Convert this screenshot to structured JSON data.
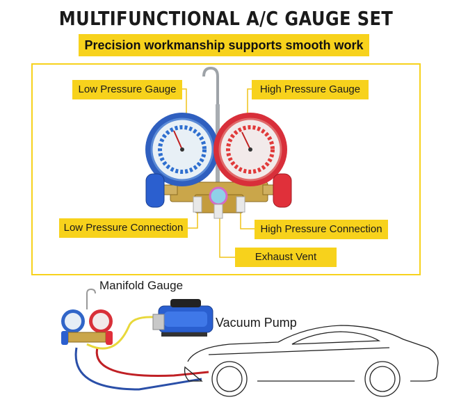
{
  "title": "MULTIFUNCTIONAL A/C GAUGE SET",
  "subtitle": "Precision workmanship supports smooth work",
  "callouts": {
    "low_gauge": "Low Pressure Gauge",
    "high_gauge": "High Pressure Gauge",
    "low_connection": "Low Pressure Connection",
    "high_connection": "High Pressure Connection",
    "exhaust": "Exhaust Vent"
  },
  "diagram": {
    "manifold": "Manifold Gauge",
    "pump": "Vacuum Pump"
  },
  "colors": {
    "accent": "#f7d21c",
    "low_side": "#2a6fd6",
    "high_side": "#e0303a"
  }
}
